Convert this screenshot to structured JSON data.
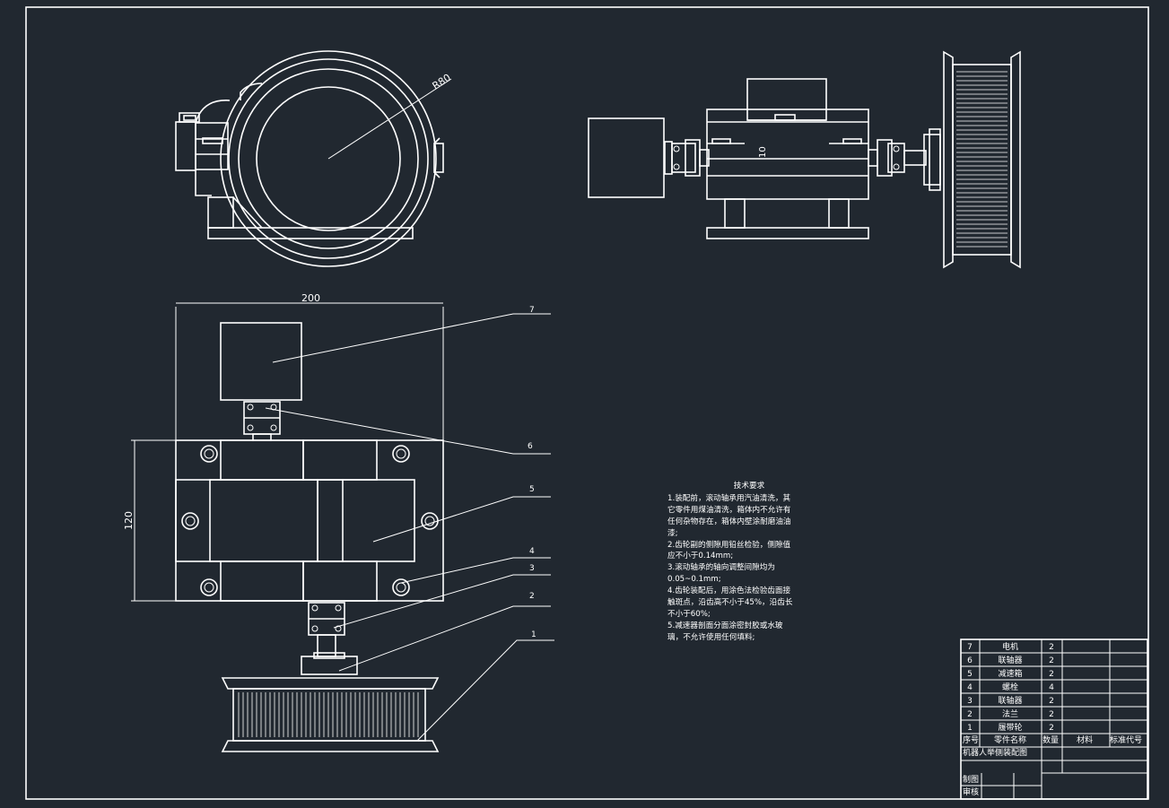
{
  "drawing": {
    "dimensions": {
      "radius": "R80",
      "height_top": "10",
      "width": "200",
      "height_left": "120"
    },
    "balloons": [
      "7",
      "6",
      "5",
      "4",
      "3",
      "2",
      "1"
    ]
  },
  "requirements": {
    "title": "技术要求",
    "lines": [
      "1.装配前，滚动轴承用汽油清洗，其",
      "它零件用煤油清洗，箱体内不允许有",
      "任何杂物存在，箱体内壁涂耐磨油油",
      "漆;",
      "2.齿轮副的侧隙用铅丝检验，侧隙值",
      "应不小于0.14mm;",
      "3.滚动轴承的轴向调整间隙均为",
      "0.05~0.1mm;",
      "4.齿轮装配后，用涂色法检验齿面接",
      "触斑点，沿齿高不小于45%，沿齿长",
      "不小于60%;",
      "5.减速器剖面分面涂密封胶或水玻",
      "璃，不允许使用任何填料;"
    ]
  },
  "title_block": {
    "parts": [
      {
        "no": "7",
        "name": "电机",
        "qty": "2"
      },
      {
        "no": "6",
        "name": "联轴器",
        "qty": "2"
      },
      {
        "no": "5",
        "name": "减速箱",
        "qty": "2"
      },
      {
        "no": "4",
        "name": "螺栓",
        "qty": "4"
      },
      {
        "no": "3",
        "name": "联轴器",
        "qty": "2"
      },
      {
        "no": "2",
        "name": "法兰",
        "qty": "2"
      },
      {
        "no": "1",
        "name": "履带轮",
        "qty": "2"
      }
    ],
    "header": {
      "no": "序号",
      "name": "零件名称",
      "qty": "数量",
      "material": "材料",
      "std": "标准代号"
    },
    "drawing_title": "机器人举侧装配图",
    "drawn": "制图",
    "checked": "审核"
  }
}
